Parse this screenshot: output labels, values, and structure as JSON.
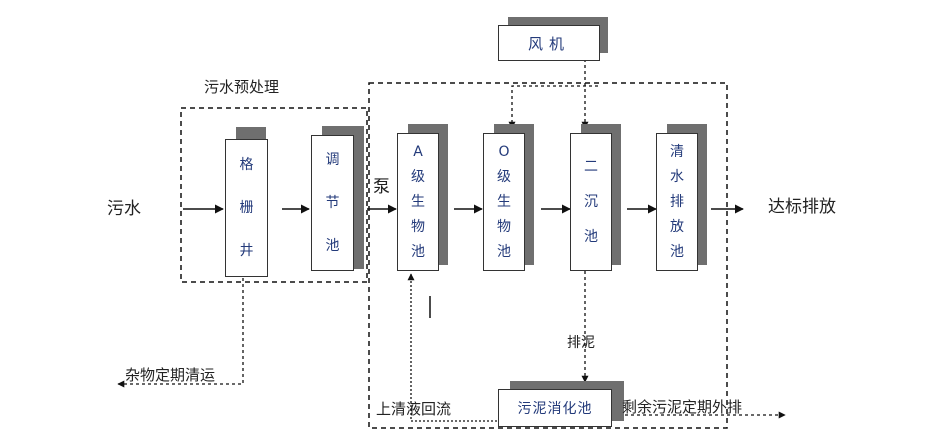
{
  "pretreatment": {
    "title": "污水预处理",
    "grate_well": "格栅井",
    "regulating_tank": "调节池"
  },
  "inflow_label": "污水",
  "pump_label": "泵",
  "blower": "风机",
  "a_tank": "A级生物池",
  "o_tank": "O级生物池",
  "secondary_clarifier": "二沉池",
  "clean_water_tank": "清水排放池",
  "outflow_label": "达标排放",
  "sludge_discharge_label": "排泥",
  "sludge_digester": "污泥消化池",
  "supernatant_return_label": "上清液回流",
  "excess_sludge_label": "剩余污泥定期外排",
  "debris_label": "杂物定期清运",
  "colors": {
    "box_text": "#233a7a",
    "shadow": "#6f6f6f",
    "line": "#111111"
  }
}
